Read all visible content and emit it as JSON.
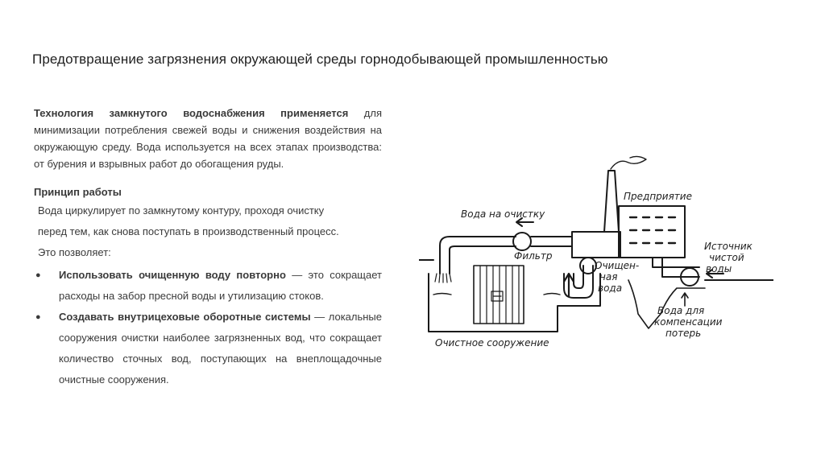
{
  "title": "Предотвращение загрязнения окружающей среды горнодобывающей промышленностью",
  "intro": {
    "lead_bold": "Технология замкнутого водоснабжения применяется",
    "rest": " для минимизации потребления свежей воды и снижения воздействия на окружающую среду. Вода используется на всех этапах производства: от бурения и взрывных работ до обогащения руды."
  },
  "principle": {
    "heading": "Принцип работы",
    "lines": [
      "Вода циркулирует по замкнутому контуру, проходя очистку",
      "перед тем, как снова поступать в производственный процесс.",
      "Это позволяет:"
    ]
  },
  "bullets": [
    {
      "marker": "●",
      "bold": "Использовать очищенную воду повторно",
      "text": " — это сокращает расходы на забор пресной воды и утилизацию стоков."
    },
    {
      "marker": "●",
      "bold": "Создавать внутрицеховые оборотные системы",
      "text": " — локальные сооружения очистки наиболее загрязненных вод, что сокращает количество сточных вод, поступающих на внеплощадочные очистные сооружения."
    }
  ],
  "diagram": {
    "labels": {
      "water_to_cleaning": "Вода на очистку",
      "enterprise": "Предприятие",
      "filter": "Фильтр",
      "clean_source_1": "Источник",
      "clean_source_2": "чистой",
      "clean_source_3": "воды",
      "purified_1": "Очищен-",
      "purified_2": "ная",
      "purified_3": "вода",
      "compensation_1": "Вода для",
      "compensation_2": "компенсации",
      "compensation_3": "потерь",
      "treatment": "Очистное сооружение"
    }
  }
}
